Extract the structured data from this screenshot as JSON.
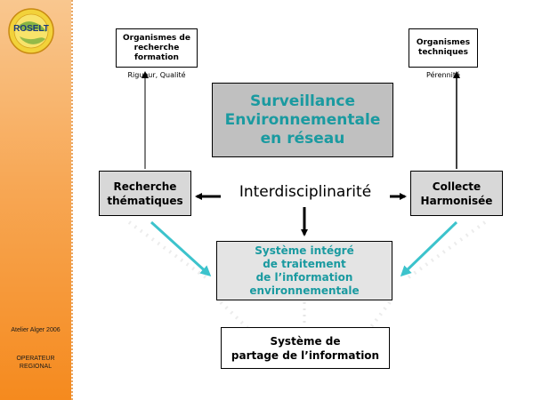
{
  "sidebar": {
    "logo_text": "ROSELT",
    "event": "Atelier Alger 2006",
    "operator": "OPERATEUR\nREGIONAL"
  },
  "diagram": {
    "org_recherche": "Organismes de\nrecherche\nformation",
    "org_recherche_caption": "Rigueur, Qualité",
    "org_techniques": "Organismes\ntechniques",
    "org_techniques_caption": "Pérennité",
    "surveillance": "Surveillance\nEnvironnementale\nen réseau",
    "recherche": "Recherche\nthématiques",
    "interdisciplinarite": "Interdisciplinarité",
    "collecte": "Collecte\nHarmonisée",
    "systeme_integre": "Système intégré\nde traitement\nde l’information\nenvironnementale",
    "systeme_partage": "Système de\npartage de l’information"
  },
  "colors": {
    "accent_teal": "#1a9aa0",
    "arrow_cyan": "#3cc3cc",
    "sidebar_orange": "#f7a856"
  },
  "icons": {
    "logo": "globe-logo-icon"
  }
}
